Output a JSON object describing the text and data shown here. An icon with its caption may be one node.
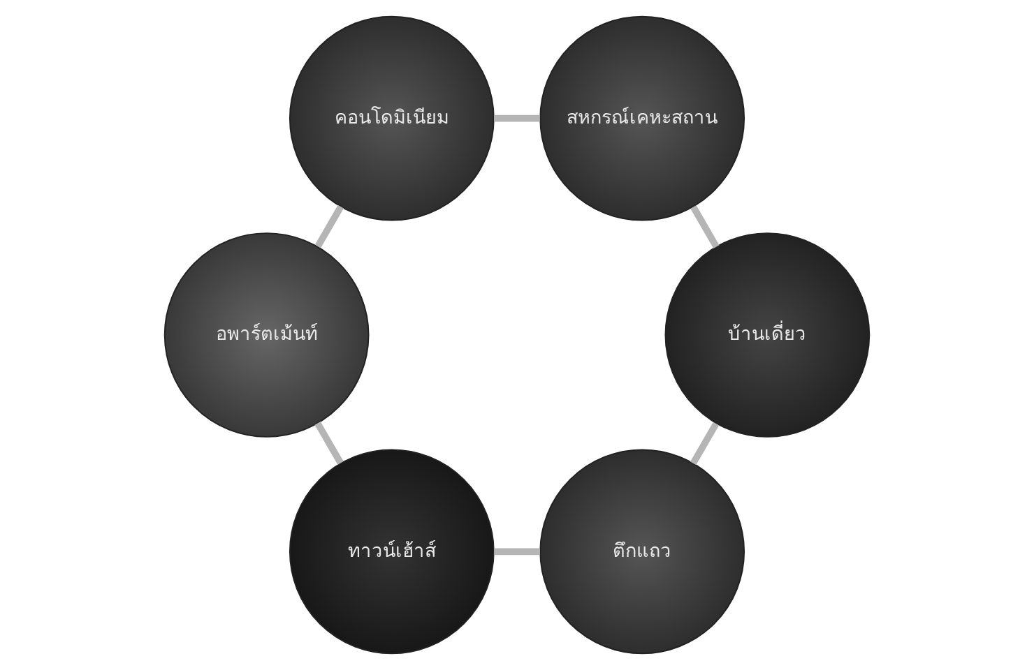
{
  "diagram": {
    "nodes": [
      {
        "text": [
          "ตึกแถว"
        ]
      },
      {
        "text": [
          "บ้านเดี่ยว"
        ]
      },
      {
        "text": [
          "ทาวน์เฮ้าส์"
        ]
      },
      {
        "text": [
          "สหกรณ์เคหะสถาน"
        ]
      },
      {
        "text": [
          "อพาร์ตเม้นท์"
        ]
      },
      {
        "text": [
          "คอนโดมิเนียม"
        ]
      }
    ],
    "edges": [
      {
        "from": 1,
        "to": 0,
        "arrow": "none"
      },
      {
        "from": 0,
        "to": 2,
        "arrow": "none"
      },
      {
        "from": 2,
        "to": 4,
        "arrow": "none"
      },
      {
        "from": 4,
        "to": 5,
        "arrow": "none"
      },
      {
        "from": 5,
        "to": 3,
        "arrow": "none"
      },
      {
        "from": 3,
        "to": 1,
        "arrow": "none"
      }
    ]
  }
}
